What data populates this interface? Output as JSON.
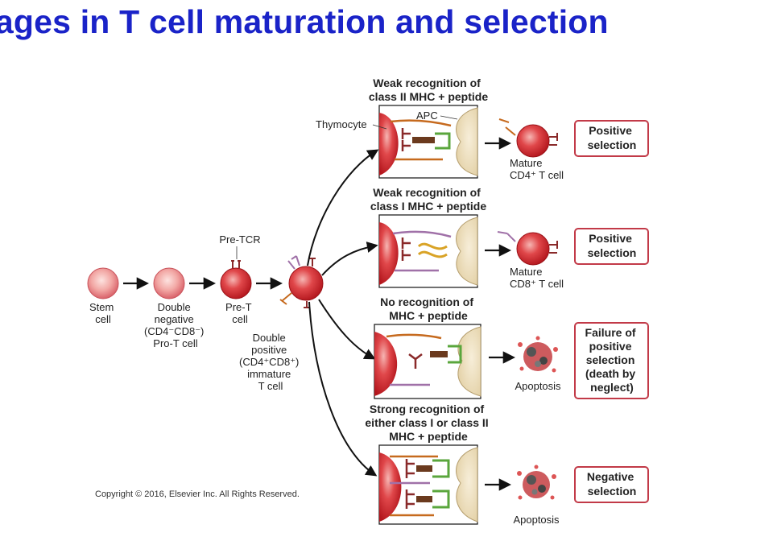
{
  "title": "tages in T cell maturation and selection",
  "copyright": "Copyright © 2016, Elsevier Inc. All Rights Reserved.",
  "stages": {
    "stem": [
      "Stem",
      "cell"
    ],
    "double_negative": [
      "Double",
      "negative",
      "(CD4⁻CD8⁻)",
      "Pro-T cell"
    ],
    "pre_t": [
      "Pre-T",
      "cell"
    ],
    "pre_tcr": "Pre-TCR",
    "double_positive": [
      "Double",
      "positive",
      "(CD4⁺CD8⁺)",
      "immature",
      "T cell"
    ]
  },
  "panels": [
    {
      "heading": [
        "Weak recognition of",
        "class II MHC + peptide"
      ],
      "thymocyte_label": "Thymocyte",
      "apc_label": "APC",
      "result_cell_label": [
        "Mature",
        "CD4⁺ T cell"
      ],
      "outcome": [
        "Positive",
        "selection"
      ]
    },
    {
      "heading": [
        "Weak recognition of",
        "class I MHC + peptide"
      ],
      "result_cell_label": [
        "Mature",
        "CD8⁺ T cell"
      ],
      "outcome": [
        "Positive",
        "selection"
      ]
    },
    {
      "heading": [
        "No recognition of",
        "MHC + peptide"
      ],
      "result_cell_label": [
        "Apoptosis"
      ],
      "outcome": [
        "Failure of",
        "positive",
        "selection",
        "(death by",
        "neglect)"
      ]
    },
    {
      "heading": [
        "Strong recognition of",
        "either class I or class II",
        "MHC + peptide"
      ],
      "result_cell_label": [
        "Apoptosis"
      ],
      "outcome": [
        "Negative",
        "selection"
      ]
    }
  ],
  "colors": {
    "title": "#1a23c8",
    "cell": "#d9242b",
    "cell_highlight": "#f6b6b3",
    "apc": "#efe2c4",
    "outcome_border": "#c23a48",
    "tcr_cd4": "#c66a1e",
    "tcr_cd8": "#a071a8",
    "mhc_green": "#5aa63c",
    "peptide": "#6b3a1e"
  }
}
